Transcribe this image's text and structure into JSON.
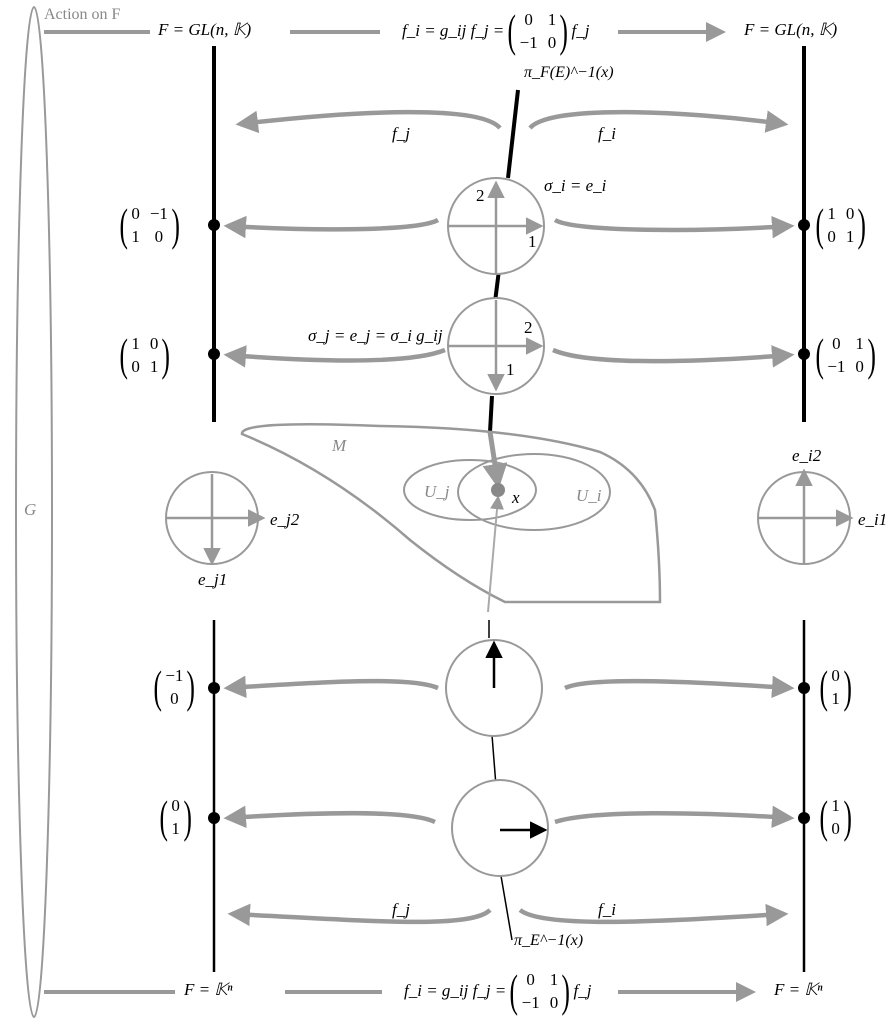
{
  "outer_label": "Action on F",
  "group_label": "G",
  "manifold": {
    "name": "M",
    "patch_j": "U_j",
    "patch_i": "U_i",
    "point": "x"
  },
  "top": {
    "left_space": "F = GL(n, 𝕂)",
    "right_space": "F = GL(n, 𝕂)",
    "transition_lhs": "f_i = g_ij f_j =",
    "transition_matrix": [
      [
        "0",
        "1"
      ],
      [
        "−1",
        "0"
      ]
    ],
    "transition_rhs": "f_j",
    "fiber": "π_F(E)^−1(x)",
    "arrow_left_label": "f_j",
    "arrow_right_label": "f_i",
    "section_i": "σ_i = e_i",
    "section_j": "σ_j = e_j = σ_i g_ij",
    "left_matrices": [
      [
        [
          "0",
          "−1"
        ],
        [
          "1",
          "0"
        ]
      ],
      [
        [
          "1",
          "0"
        ],
        [
          "0",
          "1"
        ]
      ]
    ],
    "right_matrices": [
      [
        [
          "1",
          "0"
        ],
        [
          "0",
          "1"
        ]
      ],
      [
        [
          "0",
          "1"
        ],
        [
          "−1",
          "0"
        ]
      ]
    ],
    "circle1_axes": [
      "2",
      "1"
    ],
    "circle2_axes": [
      "2",
      "1"
    ]
  },
  "frames": {
    "left": {
      "e1": "e_j1",
      "e2": "e_j2"
    },
    "right": {
      "e1": "e_i1",
      "e2": "e_i2"
    }
  },
  "bottom": {
    "left_space": "F = 𝕂ⁿ",
    "right_space": "F = 𝕂ⁿ",
    "transition_lhs": "f_i = g_ij f_j =",
    "transition_matrix": [
      [
        "0",
        "1"
      ],
      [
        "−1",
        "0"
      ]
    ],
    "transition_rhs": "f_j",
    "fiber": "π_E^−1(x)",
    "arrow_left_label": "f_j",
    "arrow_right_label": "f_i",
    "left_vectors": [
      [
        "−1",
        "0"
      ],
      [
        "0",
        "1"
      ]
    ],
    "right_vectors": [
      [
        "0",
        "1"
      ],
      [
        "1",
        "0"
      ]
    ]
  }
}
